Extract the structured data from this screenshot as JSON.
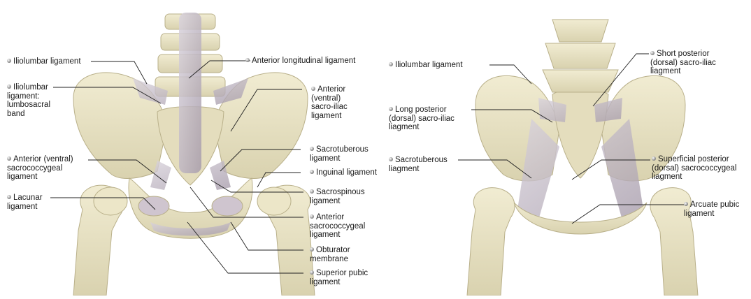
{
  "left_view": {
    "labels": [
      {
        "id": "iliolumbar",
        "text": "Iliolumbar ligament"
      },
      {
        "id": "iliolumbar-lumbosacral",
        "text": "Iliolumbar\nligament:\nlumbosacral\nband"
      },
      {
        "id": "anterior-ventral-sacrococcygeal",
        "text": "Anterior (ventral)\nsacrococcygeal\nligament"
      },
      {
        "id": "lacunar",
        "text": "Lacunar\nligament"
      },
      {
        "id": "anterior-longitudinal",
        "text": "Anterior longitudinal ligament"
      },
      {
        "id": "anterior-ventral-sacroiliac",
        "text": "Anterior\n(ventral)\nsacro-iliac\nligament"
      },
      {
        "id": "sacrotuberous",
        "text": "Sacrotuberous\nligament"
      },
      {
        "id": "inguinal",
        "text": "Inguinal ligament"
      },
      {
        "id": "sacrospinous",
        "text": "Sacrospinous\nligament"
      },
      {
        "id": "anterior-sacrococcygeal",
        "text": "Anterior\nsacrococcygeal\nligament"
      },
      {
        "id": "obturator",
        "text": "Obturator\nmembrane"
      },
      {
        "id": "superior-pubic",
        "text": "Superior pubic\nligament"
      }
    ]
  },
  "right_view": {
    "labels": [
      {
        "id": "iliolumbar-post",
        "text": "Iliolumbar ligament"
      },
      {
        "id": "long-posterior-sacroiliac",
        "text": "Long posterior\n(dorsal) sacro-iliac\nliagment"
      },
      {
        "id": "sacrotuberous-post",
        "text": "Sacrotuberous\nliagment"
      },
      {
        "id": "short-posterior-sacroiliac",
        "text": "Short posterior\n(dorsal) sacro-iliac\nliagment"
      },
      {
        "id": "superficial-posterior-sacrococcygeal",
        "text": "Superficial posterior\n(dorsal) sacrococcygeal\nliagment"
      },
      {
        "id": "arcuate-pubic",
        "text": "Arcuate pubic\nligament"
      }
    ]
  }
}
